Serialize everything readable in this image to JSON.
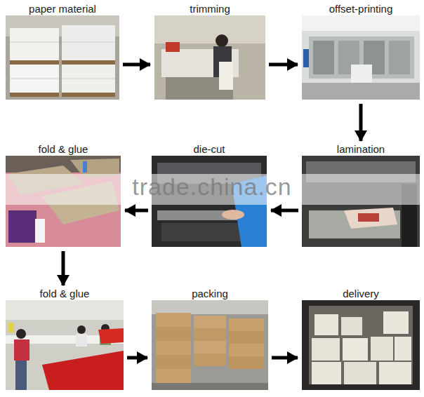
{
  "diagram": {
    "nodes": [
      {
        "text": [
          "paper material"
        ]
      },
      {
        "text": [
          "trimming"
        ]
      },
      {
        "text": [
          "offset-printing"
        ]
      },
      {
        "text": [
          "fold & glue"
        ]
      },
      {
        "text": [
          "die-cut"
        ]
      },
      {
        "text": [
          "lamination"
        ]
      },
      {
        "text": [
          "fold & glue"
        ]
      },
      {
        "text": [
          "packing"
        ]
      },
      {
        "text": [
          "delivery"
        ]
      }
    ],
    "edges": [
      {
        "from": 0,
        "to": 1,
        "arrow": "to"
      },
      {
        "from": 1,
        "to": 2,
        "arrow": "to"
      },
      {
        "from": 2,
        "to": 5,
        "arrow": "to"
      },
      {
        "from": 5,
        "to": 4,
        "arrow": "to"
      },
      {
        "from": 4,
        "to": 3,
        "arrow": "to"
      },
      {
        "from": 3,
        "to": 6,
        "arrow": "to"
      },
      {
        "from": 6,
        "to": 7,
        "arrow": "to"
      },
      {
        "from": 7,
        "to": 8,
        "arrow": "to"
      }
    ],
    "labels": [
      "trade.china.cn"
    ]
  }
}
